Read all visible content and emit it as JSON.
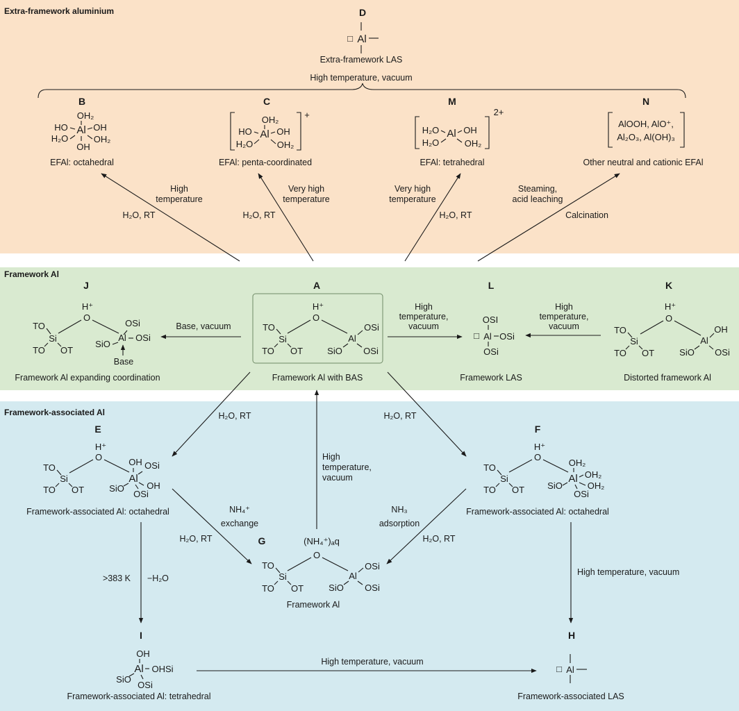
{
  "sections": {
    "extra": "Extra-framework aluminium",
    "framework": "Framework Al",
    "associated": "Framework-associated Al"
  },
  "colors": {
    "extra_bg": "#fbe2c8",
    "framework_bg": "#d9ead0",
    "associated_bg": "#d4eaf0",
    "box_stroke": "#6f8a66"
  },
  "letters": {
    "A": "A",
    "B": "B",
    "C": "C",
    "D": "D",
    "E": "E",
    "F": "F",
    "G": "G",
    "H": "H",
    "I": "I",
    "J": "J",
    "K": "K",
    "L": "L",
    "M": "M",
    "N": "N"
  },
  "captions": {
    "A": "Framework Al with BAS",
    "B": "EFAl: octahedral",
    "C": "EFAl: penta-coordinated",
    "D": "Extra-framework LAS",
    "E": "Framework-associated Al: octahedral",
    "F": "Framework-associated Al: octahedral",
    "G": "Framework Al",
    "H": "Framework-associated LAS",
    "I": "Framework-associated Al: tetrahedral",
    "J": "Framework Al expanding coordination",
    "K": "Distorted framework Al",
    "L": "Framework LAS",
    "M": "EFAl: tetrahedral",
    "N": "Other neutral and cationic EFAl"
  },
  "conditions": {
    "d_top": "High temperature, vacuum",
    "b_l1": "High",
    "b_l2": "temperature",
    "b_water": "H₂O, RT",
    "c_l1": "Very high",
    "c_l2": "temperature",
    "c_water": "H₂O, RT",
    "m_l1": "Very high",
    "m_l2": "temperature",
    "m_water": "H₂O, RT",
    "n_l1": "Steaming,",
    "n_l2": "acid leaching",
    "n_l3": "Calcination",
    "j": "Base, vacuum",
    "l_l1": "High",
    "l_l2": "temperature,",
    "l_l3": "vacuum",
    "k_l1": "High",
    "k_l2": "temperature,",
    "k_l3": "vacuum",
    "ae": "H₂O, RT",
    "af": "H₂O, RT",
    "ga_l1": "High",
    "ga_l2": "temperature,",
    "ga_l3": "vacuum",
    "eg_l1": "NH₄⁺",
    "eg_l2": "exchange",
    "eg_water": "H₂O, RT",
    "fg_l1": "NH₃",
    "fg_l2": "adsorption",
    "fg_water": "H₂O, RT",
    "ei_l1": ">383 K",
    "ei_l2": "−H₂O",
    "fh": "High temperature, vacuum",
    "ih": "High temperature, vacuum"
  },
  "chem": {
    "oh2": "OH₂",
    "ho": "HO",
    "oh": "OH",
    "h2o": "H₂O",
    "al": "Al",
    "si": "Si",
    "o": "O",
    "to": "TO",
    "ot": "OT",
    "osi": "OSi",
    "sio": "SiO",
    "hplus": "H⁺",
    "vacancy": "□",
    "plus": "+",
    "twoplus": "2+",
    "base": "Base",
    "ohsi": "OHSi",
    "osi_l": "OSI",
    "nh4aq": "(NH₄⁺)ₐq",
    "n_line1": "AlOOH, AlO⁺,",
    "n_line2": "Al₂O₃, Al(OH)₃"
  }
}
